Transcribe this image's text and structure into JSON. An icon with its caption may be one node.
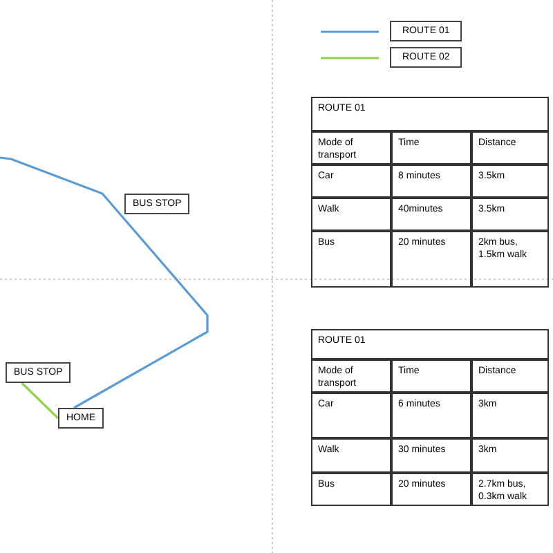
{
  "diagram": {
    "nodes": [
      {
        "text": [
          "BUS STOP"
        ]
      },
      {
        "text": [
          "BUS STOP"
        ]
      },
      {
        "text": [
          "HOME"
        ]
      }
    ],
    "edges": [
      {
        "from": 2,
        "to": null,
        "arrow": "none",
        "color": "#5b9bd5"
      },
      {
        "from": 2,
        "to": 1,
        "arrow": "none",
        "color": "#92d050"
      }
    ],
    "labels": [
      "ROUTE 01",
      "Mode of transport",
      "Time",
      "Distance",
      "Car",
      "8 minutes",
      "3.5km",
      "Walk",
      "40minutes",
      "3.5km",
      "Bus",
      "20 minutes",
      "2km bus, 1.5km walk",
      "ROUTE 01",
      "Mode of transport",
      "Time",
      "Distance",
      "Car",
      "6 minutes",
      "3km",
      "Walk",
      "30 minutes",
      "3km",
      "Bus",
      "20 minutes",
      "2.7km bus, 0.3km walk"
    ],
    "legend": [
      {
        "text": "ROUTE 01"
      },
      {
        "text": "ROUTE 02"
      }
    ]
  }
}
